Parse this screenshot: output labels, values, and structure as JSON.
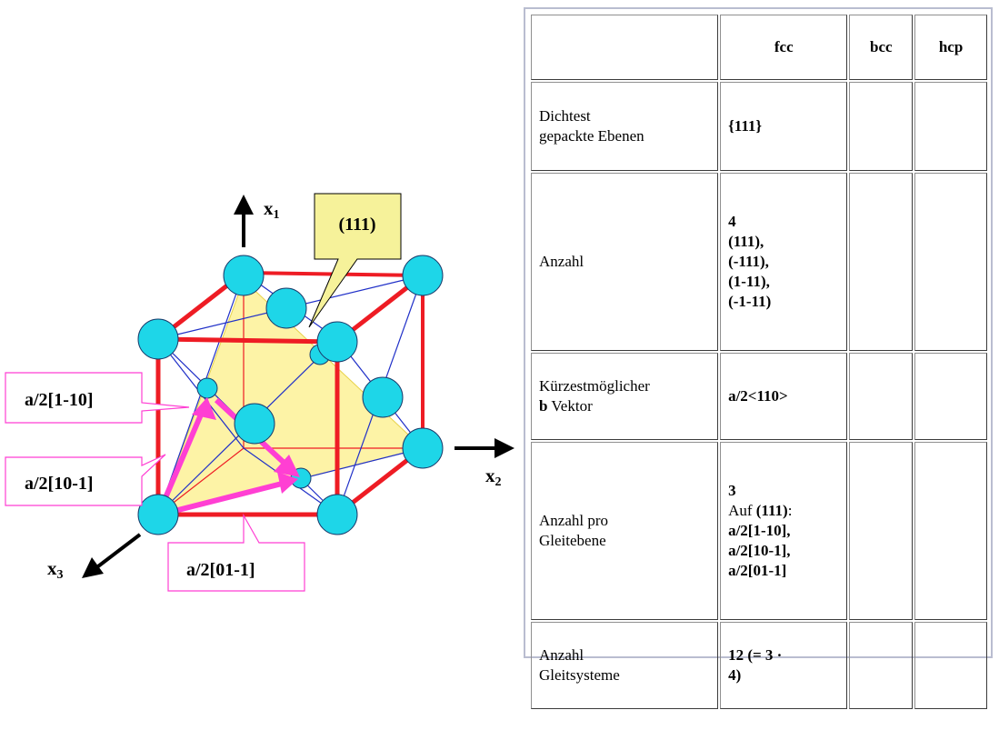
{
  "diagram": {
    "axes": {
      "x1": "x",
      "x1_sub": "1",
      "x2": "x",
      "x2_sub": "2",
      "x3": "x",
      "x3_sub": "3"
    },
    "plane_callout": "(111)",
    "vector_labels": {
      "v1": "a/2[1-10]",
      "v2": "a/2[10-1]",
      "v3": "a/2[01-1]"
    },
    "colors": {
      "cube_edges": "#ee1c24",
      "atoms": "#1ed6e8",
      "plane_fill": "#fdf3a6",
      "vectors": "#ff3fd3",
      "callout_fill": "#f6f29a"
    }
  },
  "table": {
    "headers": [
      "",
      "fcc",
      "bcc",
      "hcp"
    ],
    "rows": [
      {
        "label": "Dichtest\ngepackte Ebenen",
        "fcc": "{111}",
        "bcc": "",
        "hcp": ""
      },
      {
        "label": "Anzahl",
        "fcc": "4\n(111),\n(-111),\n(1-11),\n(-1-11)",
        "bcc": "",
        "hcp": ""
      },
      {
        "label": "Kürzestmöglicher",
        "label_bold": "b",
        "label_rest": " Vektor",
        "fcc": "a/2<110>",
        "bcc": "",
        "hcp": ""
      },
      {
        "label": "Anzahl pro\nGleitebene",
        "fcc_line1": "3",
        "fcc_line2_pre": "Auf ",
        "fcc_line2_bold": "(111)",
        "fcc_line2_post": ":",
        "fcc_rest": "a/2[1-10],\na/2[10-1],\na/2[01-1]",
        "bcc": "",
        "hcp": ""
      },
      {
        "label": "Anzahl\nGleitsysteme",
        "fcc": "12 (= 3 ·\n4)",
        "bcc": "",
        "hcp": ""
      }
    ]
  }
}
